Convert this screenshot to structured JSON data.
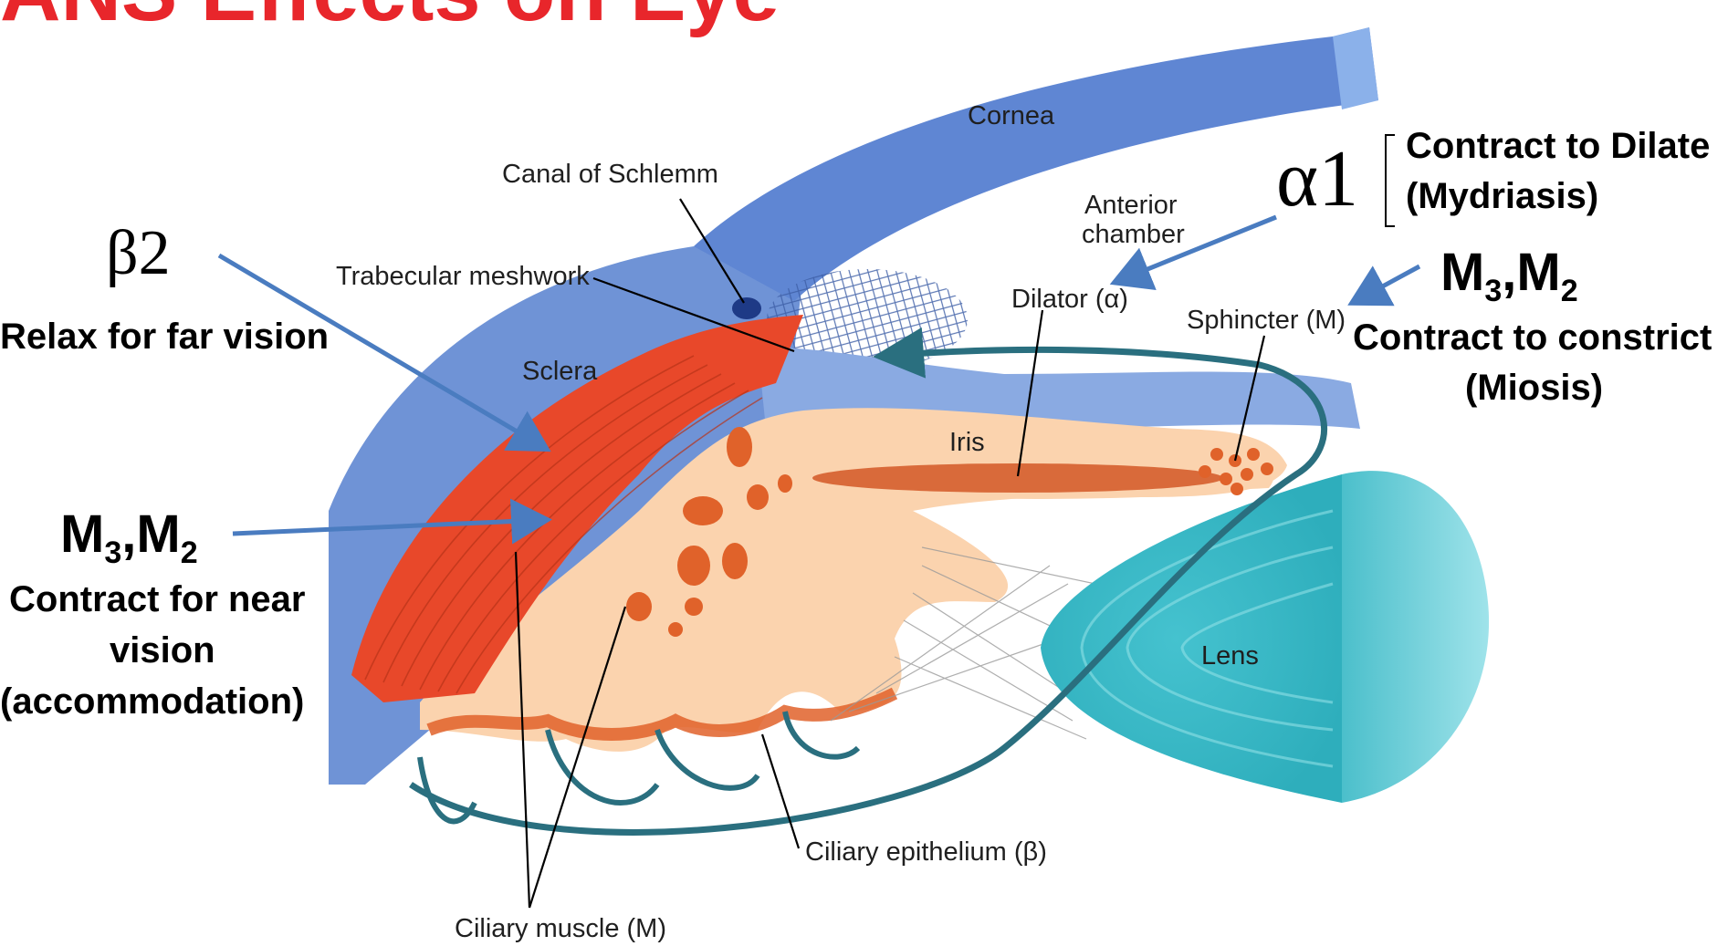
{
  "title": "ANS Effects on Eye",
  "anatomy_labels": {
    "cornea": "Cornea",
    "canal_of_schlemm": "Canal of Schlemm",
    "anterior_chamber_1": "Anterior",
    "anterior_chamber_2": "chamber",
    "trabecular_meshwork": "Trabecular meshwork",
    "dilator": "Dilator (α)",
    "sphincter": "Sphincter (M)",
    "sclera": "Sclera",
    "iris": "Iris",
    "lens": "Lens",
    "ciliary_epithelium": "Ciliary epithelium (β)",
    "ciliary_muscle": "Ciliary muscle (M)"
  },
  "receptors": {
    "alpha1": {
      "symbol": "α1",
      "effect_1": "Contract to Dilate",
      "effect_2": "(Mydriasis)"
    },
    "beta2": {
      "symbol": "β2",
      "effect": "Relax for far vision"
    },
    "sphincter_muscarinic": {
      "symbol_m3": "M",
      "sub_3": "3",
      "symbol_m2": ",M",
      "sub_2": "2",
      "effect_1": "Contract to constrict",
      "effect_2": "(Miosis)"
    },
    "ciliary_muscarinic": {
      "symbol_m3": "M",
      "sub_3": "3",
      "symbol_m2": ",M",
      "sub_2": "2",
      "effect_1": "Contract for near",
      "effect_2": "vision",
      "effect_3": "(accommodation)"
    }
  },
  "colors": {
    "title": "#e8262b",
    "cornea": "#6f93d6",
    "cornea_dark": "#5677c4",
    "ciliary_muscle": "#e8482a",
    "ciliary_body": "#fbd3ae",
    "iris_muscle": "#d96a3a",
    "lens": "#55c7d1",
    "aqueous_flow": "#2a6f7f",
    "arrow": "#4a7cc0"
  }
}
